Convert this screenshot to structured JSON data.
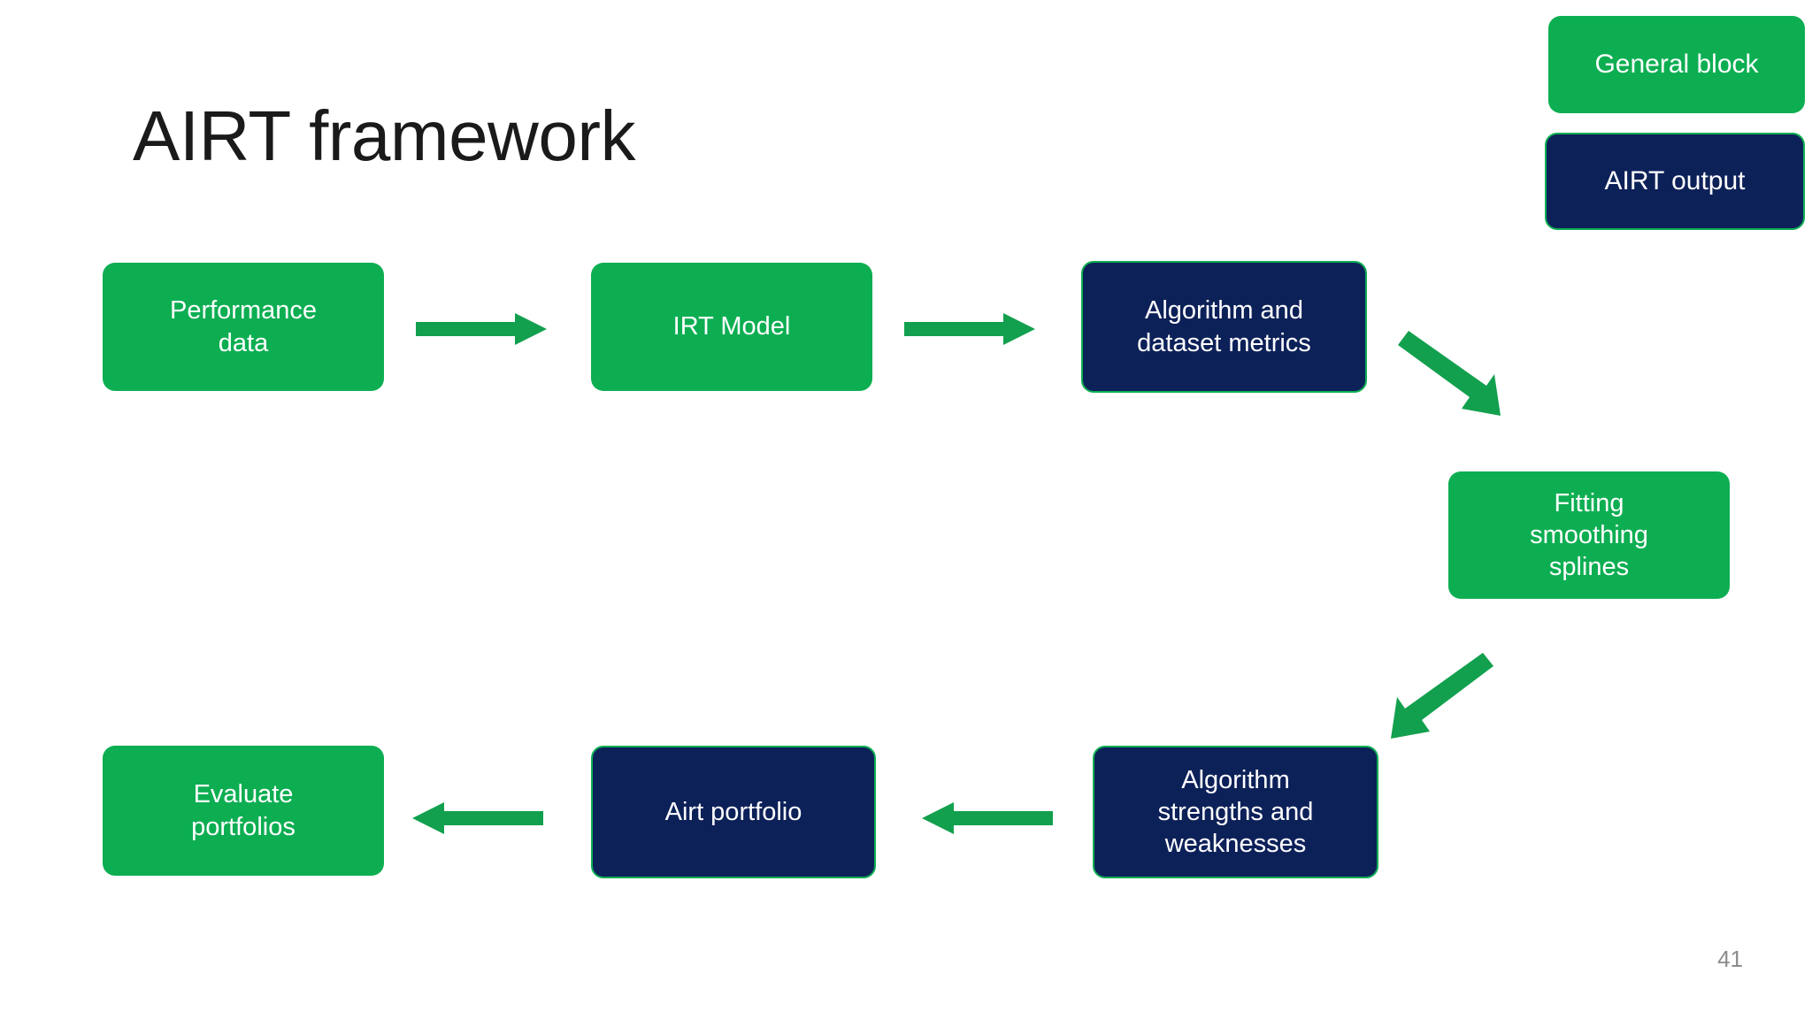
{
  "slide": {
    "title": "AIRT framework",
    "page_number": "41",
    "background_color": "#ffffff"
  },
  "colors": {
    "green": "#0DAE52",
    "navy": "#0D2159",
    "arrow_green": "#12A04E",
    "title_text": "#1a1a1a",
    "page_number_text": "#8c8c8c",
    "node_text": "#ffffff"
  },
  "legend": {
    "items": [
      {
        "label": "General block",
        "style": "green"
      },
      {
        "label": "AIRT output",
        "style": "navy"
      }
    ]
  },
  "flow": {
    "nodes": [
      {
        "id": "performance-data",
        "label": "Performance\ndata",
        "style": "green"
      },
      {
        "id": "irt-model",
        "label": "IRT Model",
        "style": "green"
      },
      {
        "id": "algorithm-and-dataset-metrics",
        "label": "Algorithm and\ndataset metrics",
        "style": "navy"
      },
      {
        "id": "fitting-smoothing-splines",
        "label": "Fitting\nsmoothing\nsplines",
        "style": "green"
      },
      {
        "id": "algorithm-strengths-and-weaknesses",
        "label": "Algorithm\nstrengths and\nweaknesses",
        "style": "navy"
      },
      {
        "id": "airt-portfolio",
        "label": "Airt portfolio",
        "style": "navy"
      },
      {
        "id": "evaluate-portfolios",
        "label": "Evaluate\nportfolios",
        "style": "green"
      }
    ],
    "connectors": [
      {
        "id": "performance-data-to-irt-model",
        "direction": "right"
      },
      {
        "id": "irt-model-to-algorithm-and-dataset-metrics",
        "direction": "right"
      },
      {
        "id": "algorithm-and-dataset-metrics-to-fitting-smoothing-splines",
        "direction": "down-right"
      },
      {
        "id": "fitting-smoothing-splines-to-algorithm-strengths-and-weaknesses",
        "direction": "down-left"
      },
      {
        "id": "algorithm-strengths-and-weaknesses-to-airt-portfolio",
        "direction": "left"
      },
      {
        "id": "airt-portfolio-to-evaluate-portfolios",
        "direction": "left"
      }
    ]
  }
}
